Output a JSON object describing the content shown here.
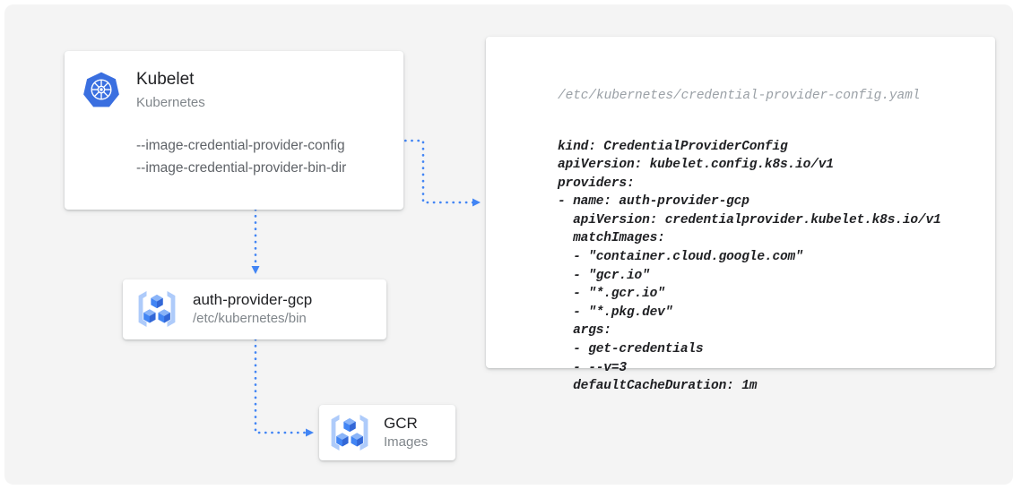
{
  "theme": {
    "page_bg": "#ffffff",
    "panel_bg": "#f4f4f4",
    "card_bg": "#ffffff",
    "accent_blue": "#4285f4",
    "connector_blue": "#4285f4",
    "title_color": "#202124",
    "subtitle_color": "#80868b",
    "body_color": "#5f6368",
    "code_color": "#202124",
    "code_path_color": "#9aa0a6",
    "icon_blue_dark": "#3367d6",
    "icon_blue": "#4285f4",
    "icon_blue_light": "#aecbfa"
  },
  "kubelet_card": {
    "icon": "kubernetes-icon",
    "title": "Kubelet",
    "subtitle": "Kubernetes",
    "flags": [
      "--image-credential-provider-config",
      "--image-credential-provider-bin-dir"
    ]
  },
  "auth_provider_card": {
    "icon": "gcp-container-registry-icon",
    "title": "auth-provider-gcp",
    "subtitle": "/etc/kubernetes/bin"
  },
  "gcr_card": {
    "icon": "gcp-container-registry-icon",
    "title": "GCR",
    "subtitle": "Images"
  },
  "yaml_card": {
    "path": "/etc/kubernetes/credential-provider-config.yaml",
    "content": "kind: CredentialProviderConfig\napiVersion: kubelet.config.k8s.io/v1\nproviders:\n- name: auth-provider-gcp\n  apiVersion: credentialprovider.kubelet.k8s.io/v1\n  matchImages:\n  - \"container.cloud.google.com\"\n  - \"gcr.io\"\n  - \"*.gcr.io\"\n  - \"*.pkg.dev\"\n  args:\n  - get-credentials\n  - --v=3\n  defaultCacheDuration: 1m"
  },
  "connectors": [
    {
      "name": "kubelet-config-to-yaml",
      "from": "kubelet-config-flag",
      "to": "yaml-card",
      "style": "dotted",
      "arrow": "right"
    },
    {
      "name": "kubelet-to-auth-provider",
      "from": "kubelet-card",
      "to": "auth-provider-card",
      "style": "dotted",
      "arrow": "down"
    },
    {
      "name": "auth-provider-to-gcr",
      "from": "auth-provider-card",
      "to": "gcr-card",
      "style": "dotted",
      "arrow": "right"
    }
  ]
}
